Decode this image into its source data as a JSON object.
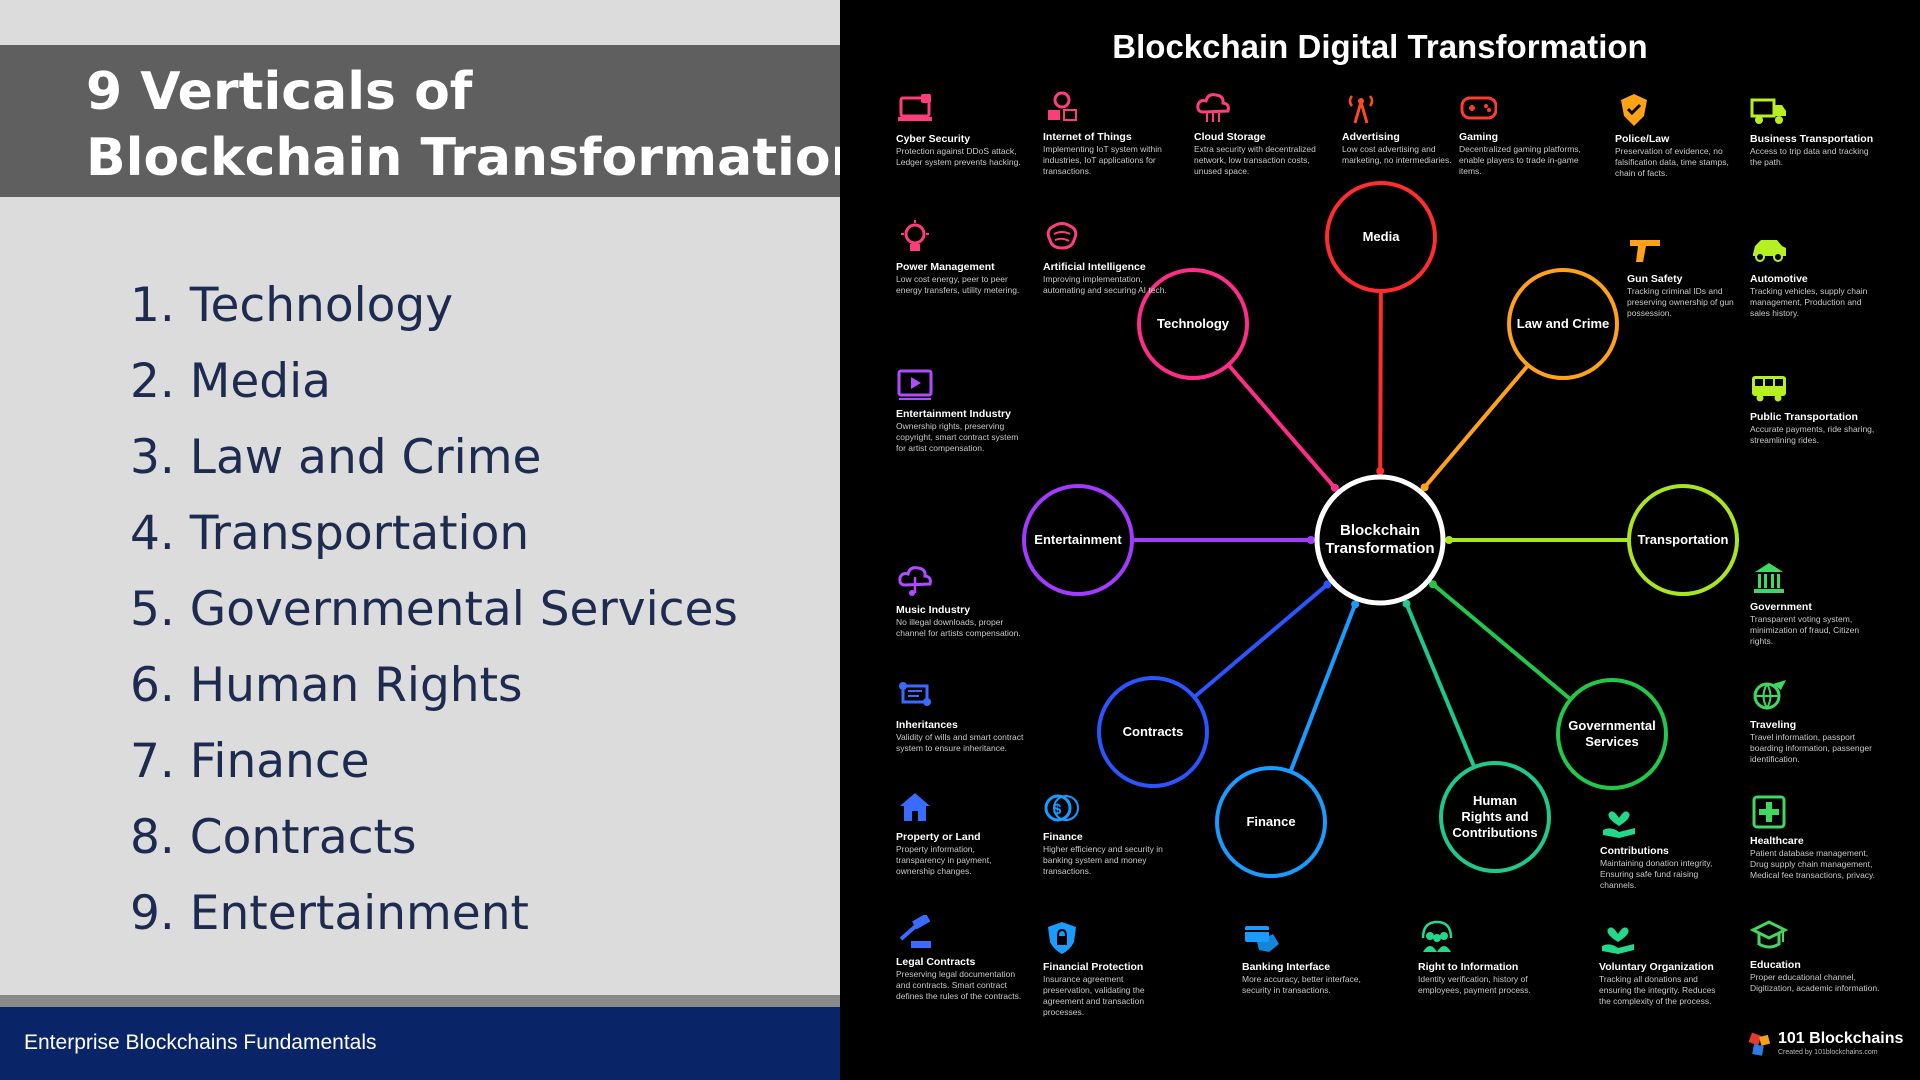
{
  "slide": {
    "title_line1": "9 Verticals of",
    "title_line2": "Blockchain Transformation",
    "verticals": [
      "1. Technology",
      "2. Media",
      "3. Law and Crime",
      "4. Transportation",
      "5. Governmental Services",
      "6. Human Rights",
      "7. Finance",
      "8. Contracts",
      "9. Entertainment"
    ],
    "footer": "Enterprise Blockchains Fundamentals"
  },
  "infographic": {
    "title": "Blockchain Digital Transformation",
    "center": [
      "Blockchain",
      "Transformation"
    ],
    "nodes": [
      {
        "lines": [
          "Media"
        ],
        "color": "#ff2d2d"
      },
      {
        "lines": [
          "Technology"
        ],
        "color": "#ff2d8a"
      },
      {
        "lines": [
          "Law and Crime"
        ],
        "color": "#ffa21a"
      },
      {
        "lines": [
          "Entertainment"
        ],
        "color": "#a23bff"
      },
      {
        "lines": [
          "Transportation"
        ],
        "color": "#a8e620"
      },
      {
        "lines": [
          "Contracts"
        ],
        "color": "#2a55ff"
      },
      {
        "lines": [
          "Finance"
        ],
        "color": "#1a9bff"
      },
      {
        "lines": [
          "Human",
          "Rights and",
          "Contributions"
        ],
        "color": "#1ec98c"
      },
      {
        "lines": [
          "Governmental",
          "Services"
        ],
        "color": "#22c84a"
      }
    ],
    "features": [
      {
        "icon": "laptop-lock-icon",
        "color": "#ff3d7a",
        "title": "Cyber Security",
        "desc": "Protection against DDoS attack, Ledger system prevents hacking."
      },
      {
        "icon": "iot-devices-icon",
        "color": "#ff3d7a",
        "title": "Internet of Things",
        "desc": "Implementing IoT system within industries, IoT applications for transactions."
      },
      {
        "icon": "cloud-storage-icon",
        "color": "#ff3d7a",
        "title": "Cloud Storage",
        "desc": "Extra security with decentralized network, low transaction costs, unused space."
      },
      {
        "icon": "antenna-icon",
        "color": "#ff4a2a",
        "title": "Advertising",
        "desc": "Low cost advertising and marketing, no intermediaries."
      },
      {
        "icon": "gamepad-icon",
        "color": "#ff3d2a",
        "title": "Gaming",
        "desc": "Decentralized gaming platforms, enable players to trade in-game items."
      },
      {
        "icon": "badge-icon",
        "color": "#ffa21a",
        "title": "Police/Law",
        "desc": "Preservation of evidence, no falsification data, time stamps, chain of facts."
      },
      {
        "icon": "truck-icon",
        "color": "#b6f020",
        "title": "Business Transportation",
        "desc": "Access to trip data and tracking the path."
      },
      {
        "icon": "lightbulb-icon",
        "color": "#ff3d7a",
        "title": "Power Management",
        "desc": "Low cost energy, peer to peer energy transfers, utility metering."
      },
      {
        "icon": "brain-icon",
        "color": "#ff3d7a",
        "title": "Artificial Intelligence",
        "desc": "Improving implementation, automating and securing AI tech."
      },
      {
        "icon": "gun-icon",
        "color": "#ffa21a",
        "title": "Gun Safety",
        "desc": "Tracking criminal IDs and preserving ownership of gun possession."
      },
      {
        "icon": "car-icon",
        "color": "#b6f020",
        "title": "Automotive",
        "desc": "Tracking vehicles, supply chain management, Production and sales history."
      },
      {
        "icon": "video-player-icon",
        "color": "#b04bff",
        "title": "Entertainment Industry",
        "desc": "Ownership rights, preserving copyright, smart contract system for artist compensation."
      },
      {
        "icon": "bus-icon",
        "color": "#b6f020",
        "title": "Public Transportation",
        "desc": "Accurate payments, ride sharing, streamlining rides."
      },
      {
        "icon": "music-cloud-icon",
        "color": "#b04bff",
        "title": "Music Industry",
        "desc": "No illegal downloads, proper channel for artists compensation."
      },
      {
        "icon": "government-building-icon",
        "color": "#3fd860",
        "title": "Government",
        "desc": "Transparent voting system, minimization of fraud, Citizen rights."
      },
      {
        "icon": "scroll-icon",
        "color": "#3a6bff",
        "title": "Inheritances",
        "desc": "Validity of wills and smart contract system to ensure inheritance."
      },
      {
        "icon": "globe-plane-icon",
        "color": "#3fd860",
        "title": "Traveling",
        "desc": "Travel information, passport boarding information, passenger identification."
      },
      {
        "icon": "house-icon",
        "color": "#3a6bff",
        "title": "Property or Land",
        "desc": "Property information, transparency in payment, ownership changes."
      },
      {
        "icon": "coins-icon",
        "color": "#1a9bff",
        "title": "Finance",
        "desc": "Higher efficiency and security in banking system and money transactions."
      },
      {
        "icon": "hand-heart-icon",
        "color": "#22d88a",
        "title": "Contributions",
        "desc": "Maintaining donation integrity, Ensuring safe fund raising channels."
      },
      {
        "icon": "medical-cross-icon",
        "color": "#3fd860",
        "title": "Healthcare",
        "desc": "Patient database management, Drug supply chain management, Medical fee transactions, privacy."
      },
      {
        "icon": "gavel-icon",
        "color": "#3a6bff",
        "title": "Legal Contracts",
        "desc": "Preserving legal documentation and contracts. Smart contract defines the rules of the contracts."
      },
      {
        "icon": "shield-lock-icon",
        "color": "#1a9bff",
        "title": "Financial Protection",
        "desc": "Insurance agreement preservation, validating the agreement and transaction processes."
      },
      {
        "icon": "bank-card-icon",
        "color": "#1a9bff",
        "title": "Banking Interface",
        "desc": "More accuracy, better interface, security in transactions."
      },
      {
        "icon": "people-icon",
        "color": "#22d88a",
        "title": "Right to Information",
        "desc": "Identity verification, history of employees, payment process."
      },
      {
        "icon": "hand-heart-icon",
        "color": "#22d88a",
        "title": "Voluntary Organization",
        "desc": "Tracking all donations and ensuring the integrity. Reduces the complexity of the process."
      },
      {
        "icon": "graduation-cap-icon",
        "color": "#3fd860",
        "title": "Education",
        "desc": "Proper educational channel, Digitization, academic information."
      }
    ],
    "brand": {
      "name": "101 Blockchains",
      "sub": "Created by 101blockchains.com"
    }
  }
}
